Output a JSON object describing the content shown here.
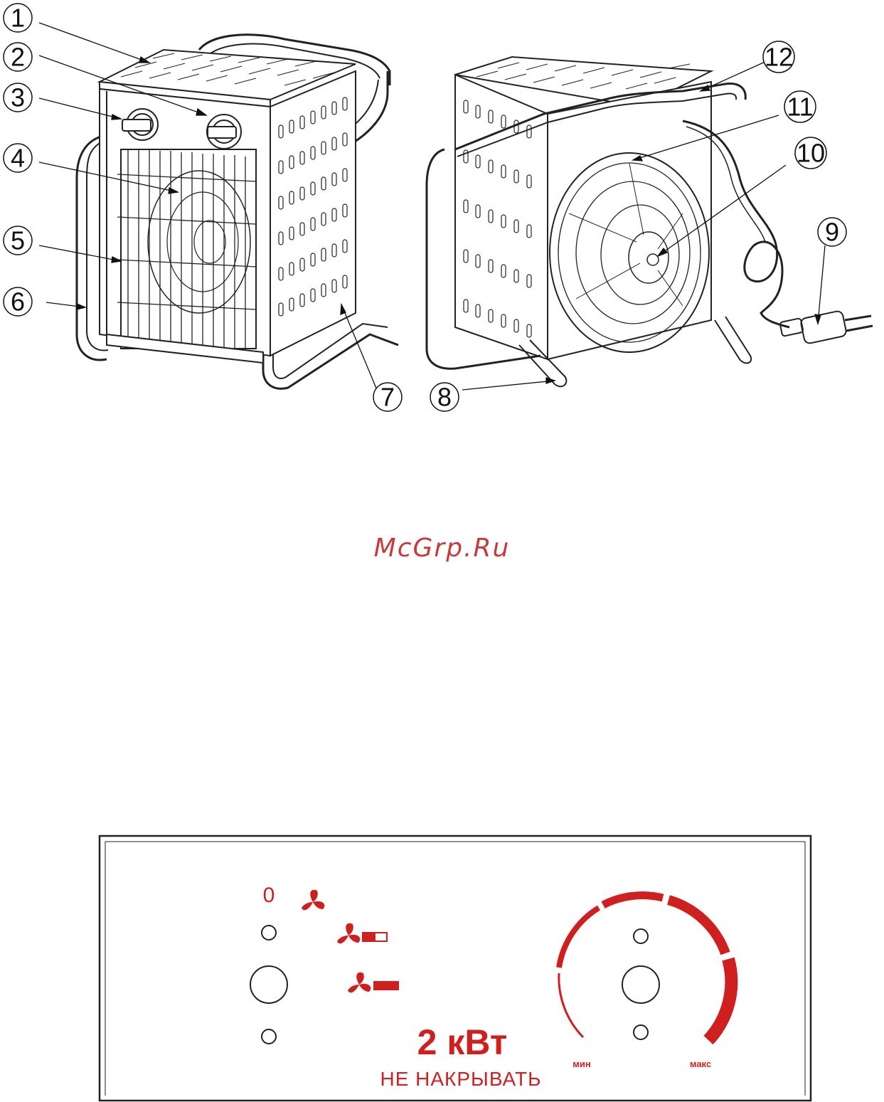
{
  "diagram": {
    "callouts": [
      "1",
      "2",
      "3",
      "4",
      "5",
      "6",
      "7",
      "8",
      "9",
      "10",
      "11",
      "12"
    ]
  },
  "watermark": "McGrp.Ru",
  "panel": {
    "switch_zero_label": "0",
    "power_label": "2 кВт",
    "warning_label": "НЕ НАКРЫВАТЬ",
    "min_label": "мин",
    "max_label": "макс",
    "accent_color": "#d01f1f",
    "icons": [
      "fan-icon",
      "fan-half-power-icon",
      "fan-full-power-icon"
    ]
  }
}
